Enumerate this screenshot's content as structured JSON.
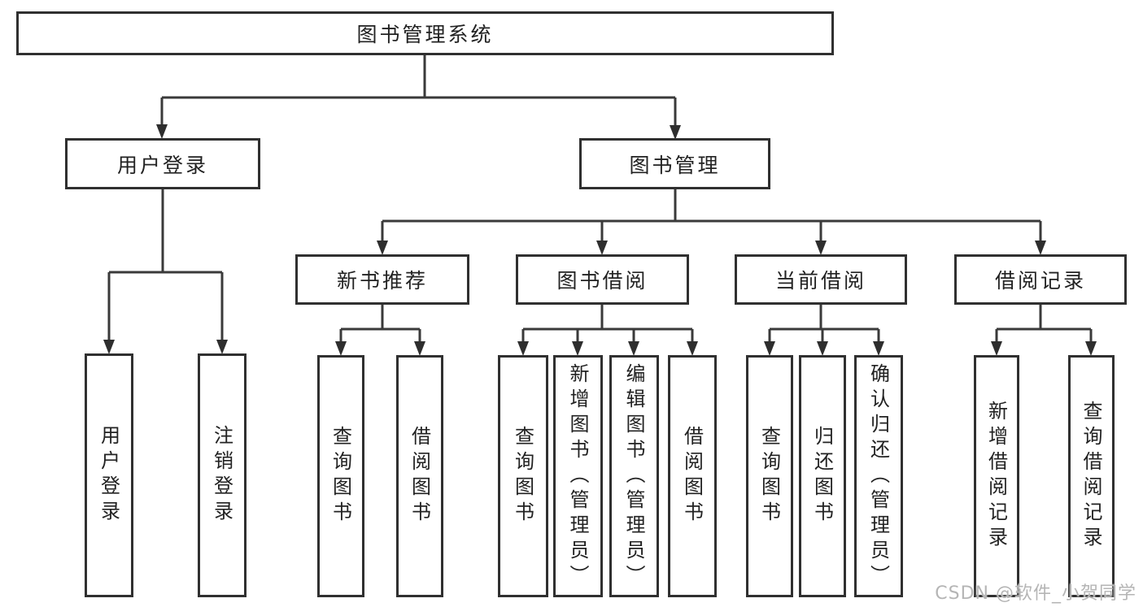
{
  "nodes": {
    "root": "图书管理系统",
    "user_login": "用户登录",
    "book_management": "图书管理",
    "new_book_recommend": "新书推荐",
    "book_borrow": "图书借阅",
    "current_borrow": "当前借阅",
    "borrow_records": "借阅记录",
    "ul_user_login": "用户登录",
    "ul_logout": "注销登录",
    "nbr_query_books": "查询图书",
    "nbr_borrow_books": "借阅图书",
    "bb_query_books": "查询图书",
    "bb_add_books": "新增图书（管理员）",
    "bb_edit_books": "编辑图书（管理员）",
    "bb_borrow_books": "借阅图书",
    "cb_query_books": "查询图书",
    "cb_return_books": "归还图书",
    "cb_confirm_return": "确认归还（管理员）",
    "br_add_record": "新增借阅记录",
    "br_query_record": "查询借阅记录"
  },
  "watermark": "CSDN @软件_小贺同学",
  "colors": {
    "line": "#3a3a3a",
    "border": "#303030",
    "text": "#222222",
    "background": "#ffffff",
    "watermark": "#b5b5b5"
  }
}
